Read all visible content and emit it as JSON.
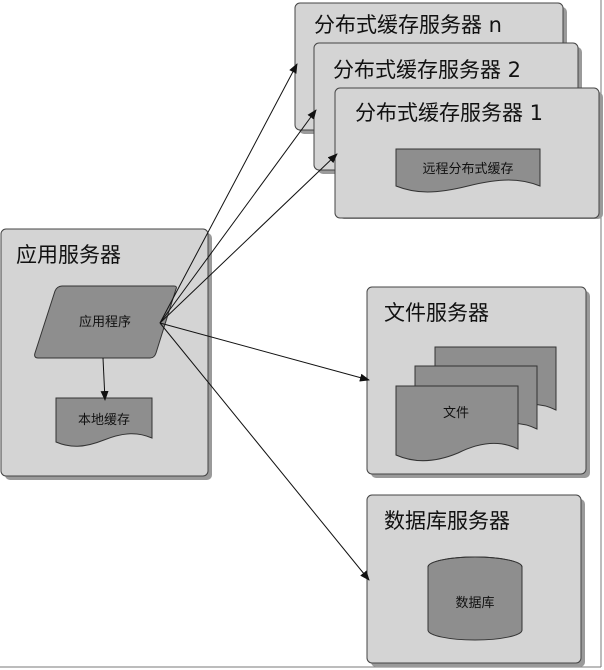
{
  "app_server": {
    "title": "应用服务器",
    "app_program": "应用程序",
    "local_cache": "本地缓存"
  },
  "cache_servers": [
    {
      "title": "分布式缓存服务器 n"
    },
    {
      "title": "分布式缓存服务器 2"
    },
    {
      "title": "分布式缓存服务器 1",
      "content": "远程分布式缓存"
    }
  ],
  "file_server": {
    "title": "文件服务器",
    "content": "文件"
  },
  "db_server": {
    "title": "数据库服务器",
    "content": "数据库"
  },
  "colors": {
    "box_fill": "#d4d4d4",
    "shape_fill": "#8e8e8e",
    "shadow": "#9a9a9a"
  }
}
